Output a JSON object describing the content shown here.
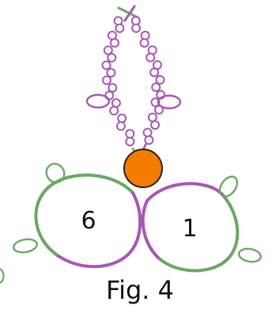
{
  "caption": "Fig. 4",
  "rings": [
    {
      "label": "6"
    },
    {
      "label": "1"
    }
  ],
  "colors": {
    "green": "#6aa864",
    "purple": "#a757b6",
    "center_bead": "#f57c00",
    "center_bead_outline": "#222222",
    "text": "#111111",
    "background": "#ffffff"
  }
}
